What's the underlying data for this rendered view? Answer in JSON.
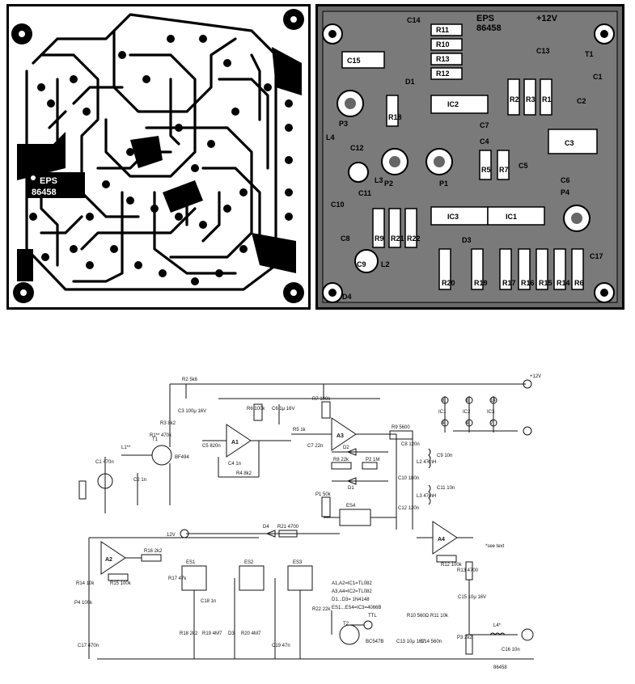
{
  "pcb_copper": {
    "board_code_line1": "EPS",
    "board_code_line2": "86458"
  },
  "pcb_layout": {
    "board_code_line1": "EPS",
    "board_code_line2": "86458",
    "supply_label": "+12V",
    "components": [
      "C14",
      "R11",
      "R10",
      "R13",
      "R12",
      "C15",
      "C13",
      "T1",
      "C1",
      "D1",
      "R18",
      "IC2",
      "R2",
      "R3",
      "R1",
      "L4",
      "P3",
      "C12",
      "C7",
      "C2",
      "C3",
      "R5",
      "C4",
      "R7",
      "R9",
      "C5",
      "C6",
      "L3",
      "P2",
      "P1",
      "C11",
      "C10",
      "R21",
      "R22",
      "IC3",
      "IC1",
      "P4",
      "C8",
      "D3",
      "C9",
      "L2",
      "C17",
      "R20",
      "R19",
      "R17",
      "R16",
      "R15",
      "R14",
      "R6",
      "D4"
    ]
  },
  "schematic": {
    "supply": "+12V",
    "supply_mid": "12V",
    "ic_pins": [
      {
        "name": "IC1",
        "top": "8",
        "bottom": "4"
      },
      {
        "name": "IC2",
        "top": "8",
        "bottom": "4"
      },
      {
        "name": "IC3",
        "top": "14",
        "bottom": "7"
      }
    ],
    "opamps": [
      "A1",
      "A2",
      "A3",
      "A4"
    ],
    "switches": [
      "ES1",
      "ES2",
      "ES3",
      "ES4"
    ],
    "transistors": [
      {
        "ref": "T1",
        "type": "BF494"
      },
      {
        "ref": "T2",
        "type": "BC547B"
      }
    ],
    "resistors": [
      {
        "ref": "R1",
        "val": "470k",
        "mark": "**"
      },
      {
        "ref": "R2",
        "val": "5k6"
      },
      {
        "ref": "R3",
        "val": "8k2"
      },
      {
        "ref": "R4",
        "val": "8k2"
      },
      {
        "ref": "R5",
        "val": "1k"
      },
      {
        "ref": "R6",
        "val": "100k"
      },
      {
        "ref": "R7",
        "val": "100k"
      },
      {
        "ref": "R8",
        "val": "22k"
      },
      {
        "ref": "R9",
        "val": "5600"
      },
      {
        "ref": "R10",
        "val": "560Ω"
      },
      {
        "ref": "R11",
        "val": "10k"
      },
      {
        "ref": "R12",
        "val": "100k"
      },
      {
        "ref": "R13",
        "val": "4700"
      },
      {
        "ref": "R14",
        "val": "10k"
      },
      {
        "ref": "R15",
        "val": "100k"
      },
      {
        "ref": "R16",
        "val": "2k2"
      },
      {
        "ref": "R17",
        "val": "47k"
      },
      {
        "ref": "R18",
        "val": "2k2"
      },
      {
        "ref": "R19",
        "val": "4M7"
      },
      {
        "ref": "R20",
        "val": "4M7"
      },
      {
        "ref": "R21",
        "val": "4700"
      },
      {
        "ref": "R22",
        "val": "22k"
      }
    ],
    "capacitors": [
      {
        "ref": "C1",
        "val": "470n"
      },
      {
        "ref": "C2",
        "val": "1n"
      },
      {
        "ref": "C3",
        "val": "100μ 16V"
      },
      {
        "ref": "C4",
        "val": "1n"
      },
      {
        "ref": "C5",
        "val": "820n"
      },
      {
        "ref": "C6",
        "val": "1μ 16V"
      },
      {
        "ref": "C7",
        "val": "22n"
      },
      {
        "ref": "C8",
        "val": "120n"
      },
      {
        "ref": "C9",
        "val": "10n"
      },
      {
        "ref": "C10",
        "val": "180n"
      },
      {
        "ref": "C11",
        "val": "10n"
      },
      {
        "ref": "C12",
        "val": "120n"
      },
      {
        "ref": "C13",
        "val": "10μ 16V"
      },
      {
        "ref": "C14",
        "val": "560n"
      },
      {
        "ref": "C15",
        "val": "10μ 16V"
      },
      {
        "ref": "C16",
        "val": "10n"
      },
      {
        "ref": "C17",
        "val": "470n"
      },
      {
        "ref": "C18",
        "val": "1n"
      },
      {
        "ref": "C19",
        "val": "47n"
      }
    ],
    "inductors": [
      {
        "ref": "L1",
        "mark": "**"
      },
      {
        "ref": "L2",
        "val": "47mH"
      },
      {
        "ref": "L3",
        "val": "47mH"
      },
      {
        "ref": "L4",
        "mark": "*"
      }
    ],
    "pots": [
      {
        "ref": "P1",
        "val": "50k"
      },
      {
        "ref": "P2",
        "val": "1M"
      },
      {
        "ref": "P3",
        "val": "2k2"
      },
      {
        "ref": "P4",
        "val": "100k"
      }
    ],
    "diodes": [
      "D1",
      "D2",
      "D3",
      "D4"
    ],
    "notes": [
      "A1,A2=IC1=TL082",
      "A3,A4=IC2=TL082",
      "D1...D3= 1N4148",
      "ES1...ES4=IC3=4066B"
    ],
    "ttl_label": "TTL",
    "see_text": "*see text",
    "figure_id": "86458"
  }
}
